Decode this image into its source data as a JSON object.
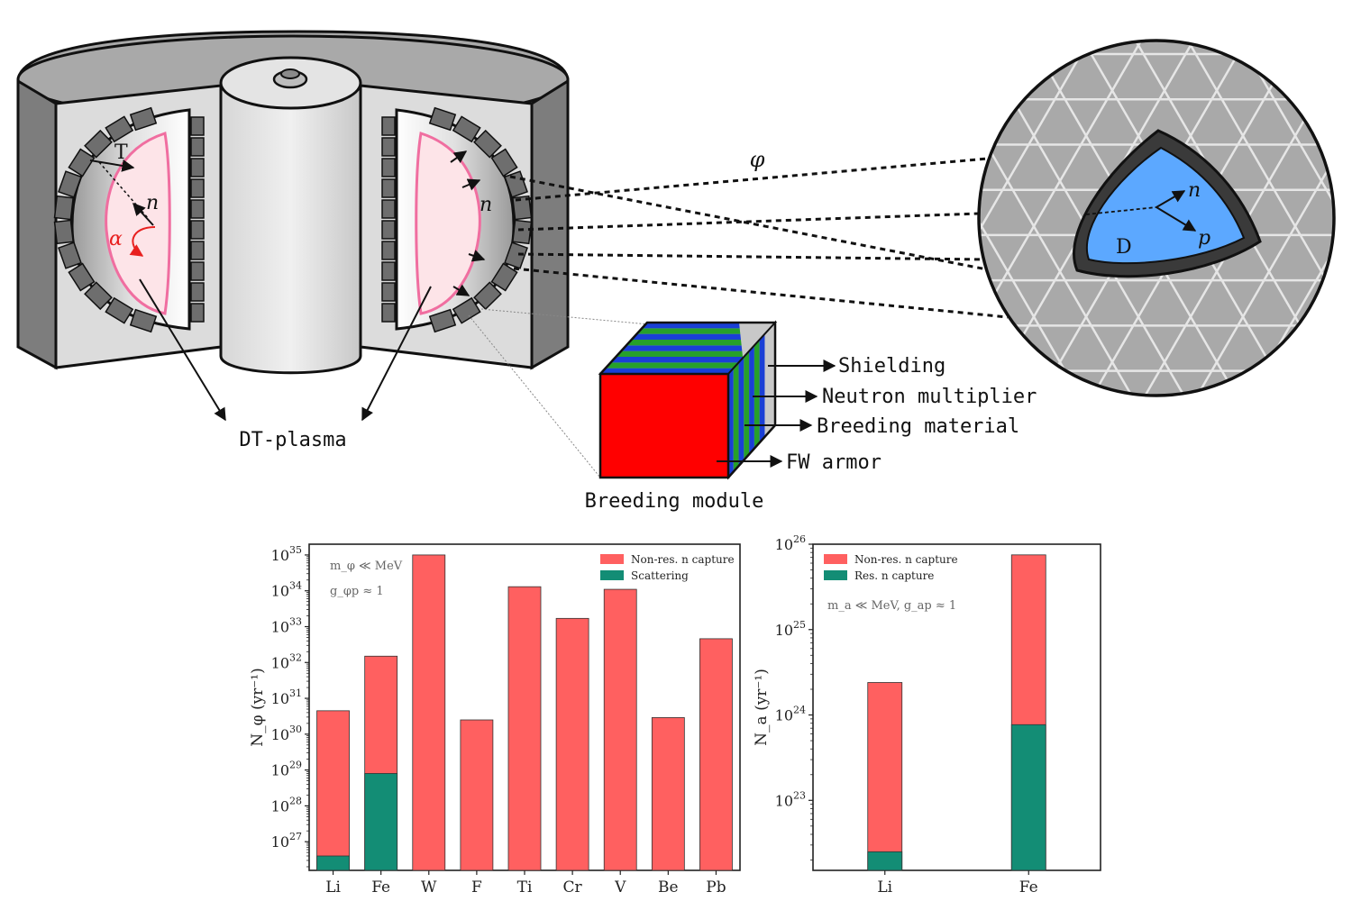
{
  "diagram": {
    "labels": {
      "tritium": "T",
      "neutron": "n",
      "alpha": "α",
      "neutron_right": "n",
      "phi": "φ",
      "zoom_neutron": "n",
      "zoom_proton": "p",
      "zoom_deuteron": "D",
      "dt_plasma": "DT-plasma",
      "shielding": "Shielding",
      "neutron_multiplier": "Neutron multiplier",
      "breeding_material": "Breeding material",
      "fw_armor": "FW armor",
      "breeding_module": "Breeding module"
    },
    "colors": {
      "plasma_fill": "#fde4e8",
      "plasma_edge": "#f06ea0",
      "alpha_arrow": "#e8201f",
      "module_front": "#ff0000",
      "layer_blue": "#1a3fd6",
      "layer_green": "#27a02a",
      "deuteron": "#5ca8ff",
      "vessel_grey": "#a9a9a9"
    }
  },
  "chart_data": [
    {
      "type": "bar",
      "stacked": true,
      "log_scale": "y",
      "ylabel": "N_φ (yr⁻¹)",
      "ylim_exp": [
        26.2,
        35.3
      ],
      "yticks": [
        {
          "exp": 27,
          "label": "10",
          "sup": "27"
        },
        {
          "exp": 28,
          "label": "10",
          "sup": "28"
        },
        {
          "exp": 29,
          "label": "10",
          "sup": "29"
        },
        {
          "exp": 30,
          "label": "10",
          "sup": "30"
        },
        {
          "exp": 31,
          "label": "10",
          "sup": "31"
        },
        {
          "exp": 32,
          "label": "10",
          "sup": "32"
        },
        {
          "exp": 33,
          "label": "10",
          "sup": "33"
        },
        {
          "exp": 34,
          "label": "10",
          "sup": "34"
        },
        {
          "exp": 35,
          "label": "10",
          "sup": "35"
        }
      ],
      "categories": [
        "Li",
        "Fe",
        "W",
        "F",
        "Ti",
        "Cr",
        "V",
        "Be",
        "Pb"
      ],
      "series": [
        {
          "name": "Non-res. n capture",
          "color": "#ff6060",
          "values": [
            4.5e+30,
            1.5e+32,
            1e+35,
            2.5e+30,
            1.3e+34,
            1.7e+33,
            1.1e+34,
            2.9e+30,
            4.6e+32
          ]
        },
        {
          "name": "Scattering",
          "color": "#138d75",
          "values": [
            4e+26,
            8e+28,
            null,
            null,
            null,
            null,
            null,
            null,
            null
          ]
        }
      ],
      "annotations": [
        "m_φ ≪ MeV",
        "g_φp ≈ 1"
      ]
    },
    {
      "type": "bar",
      "stacked": true,
      "log_scale": "y",
      "ylabel": "N_a (yr⁻¹)",
      "ylim_exp": [
        22.18,
        26.0
      ],
      "yticks": [
        {
          "exp": 23,
          "label": "10",
          "sup": "23"
        },
        {
          "exp": 24,
          "label": "10",
          "sup": "24"
        },
        {
          "exp": 25,
          "label": "10",
          "sup": "25"
        },
        {
          "exp": 26,
          "label": "10",
          "sup": "26"
        }
      ],
      "categories": [
        "Li",
        "Fe"
      ],
      "series": [
        {
          "name": "Non-res. n capture",
          "color": "#ff6060",
          "values": [
            2.4e+24,
            7.5e+25
          ]
        },
        {
          "name": "Res. n capture",
          "color": "#138d75",
          "values": [
            2.5e+22,
            7.7e+23
          ]
        }
      ],
      "annotations": [
        "m_a ≪ MeV, g_ap ≈ 1"
      ]
    }
  ]
}
